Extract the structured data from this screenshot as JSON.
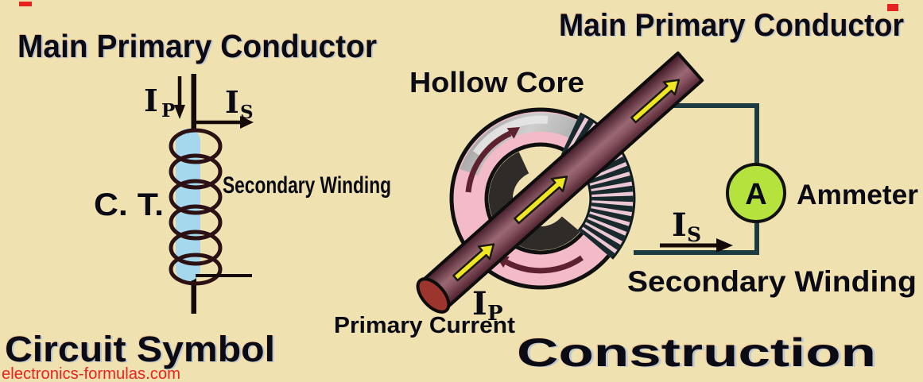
{
  "watermark": {
    "text": "electronics-formulas.com",
    "color": "#e62320"
  },
  "left": {
    "title": "Main Primary Conductor",
    "ip": {
      "base": "I",
      "sub": "P"
    },
    "is": {
      "base": "I",
      "sub": "S"
    },
    "ct": "C. T.",
    "secondary_winding": "Secondary Winding",
    "caption": "Circuit Symbol"
  },
  "right": {
    "title": "Main Primary Conductor",
    "hollow_core": "Hollow Core",
    "ammeter": {
      "symbol": "A",
      "label": "Ammeter"
    },
    "is": {
      "base": "I",
      "sub": "S"
    },
    "ip": {
      "base": "I",
      "sub": "P"
    },
    "primary_current": "Primary Current",
    "secondary_winding": "Secondary Winding",
    "caption": "Construction"
  },
  "colors": {
    "background": "#f0e1b1",
    "text": "#0b0b16",
    "watermark_red": "#e62320",
    "core_ring_pink": "#f3bac8",
    "core_top_gray": "#b4b4b4",
    "hole_shadow": "#2e2b28",
    "flux_arrow_maroon": "#5e2130",
    "winding_dark": "#182a2e",
    "winding_pink": "#ecc8d4",
    "rod_maroon_edge": "#451e2b",
    "rod_maroon_light": "#9a6872",
    "rod_end_cap": "#9c352e",
    "current_arrow_yellow": "#f0e622",
    "circuit_wire": "#1d3c42",
    "ammeter_green": "#b5e23c",
    "coil_fill_blue": "#a5d8ec",
    "coil_stroke": "#2b1114"
  }
}
